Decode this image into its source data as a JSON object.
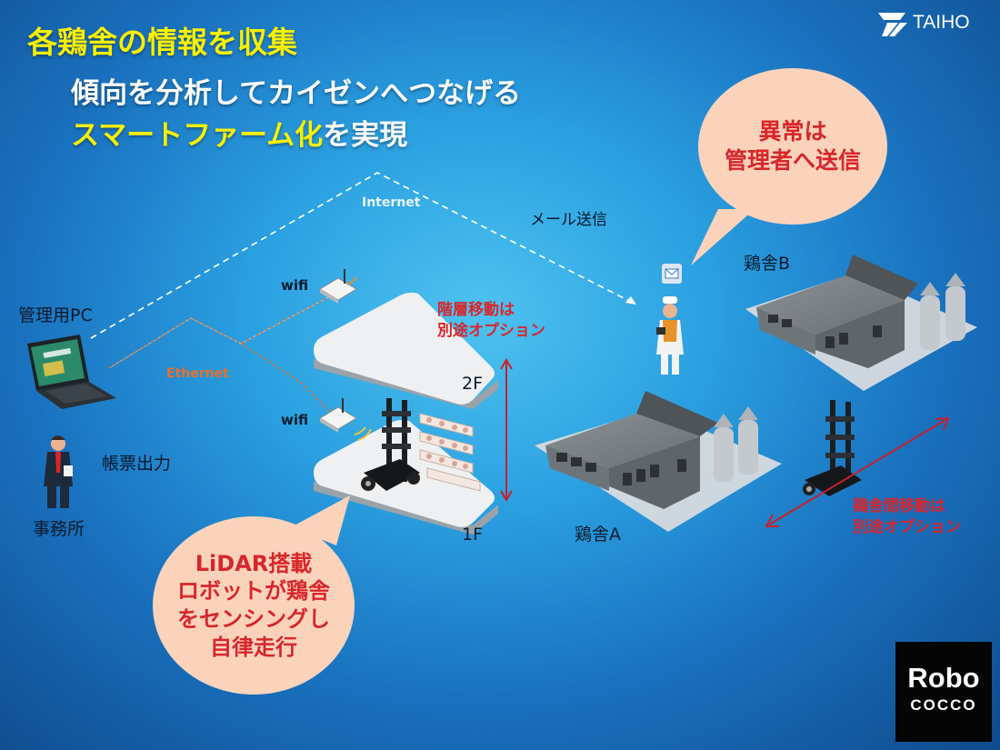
{
  "brand": "TAIHO",
  "title": "各鶏舎の情報を収集",
  "subtitle": {
    "line1": "傾向を分析してカイゼンへつなげる",
    "line2_highlight": "スマートファーム化",
    "line2_rest": "を実現"
  },
  "labels": {
    "pc": "管理用PC",
    "report": "帳票出力",
    "office": "事務所",
    "internet": "Internet",
    "ethernet": "Ethernet",
    "wifi_top": "wifi",
    "wifi_bottom": "wifi",
    "mail": "メール送信",
    "floor2": "2F",
    "floor1": "1F",
    "house_a": "鶏舎A",
    "house_b": "鶏舎B"
  },
  "notes": {
    "floor_move_1": "階層移動は",
    "floor_move_2": "別途オプション",
    "house_move_1": "鶏舎間移動は",
    "house_move_2": "別途オプション"
  },
  "bubbles": {
    "alert_1": "異常は",
    "alert_2": "管理者へ送信",
    "robot_1": "LiDAR搭載",
    "robot_2": "ロボットが鶏舎",
    "robot_3": "をセンシングし",
    "robot_4": "自律走行"
  },
  "logo": {
    "line1": "Robo",
    "line2": "COCCO"
  },
  "colors": {
    "title_yellow": "#f8f000",
    "alert_red": "#d8262c",
    "bubble_peach": "#fbd3bb",
    "ethernet_orange": "#e8702a"
  }
}
